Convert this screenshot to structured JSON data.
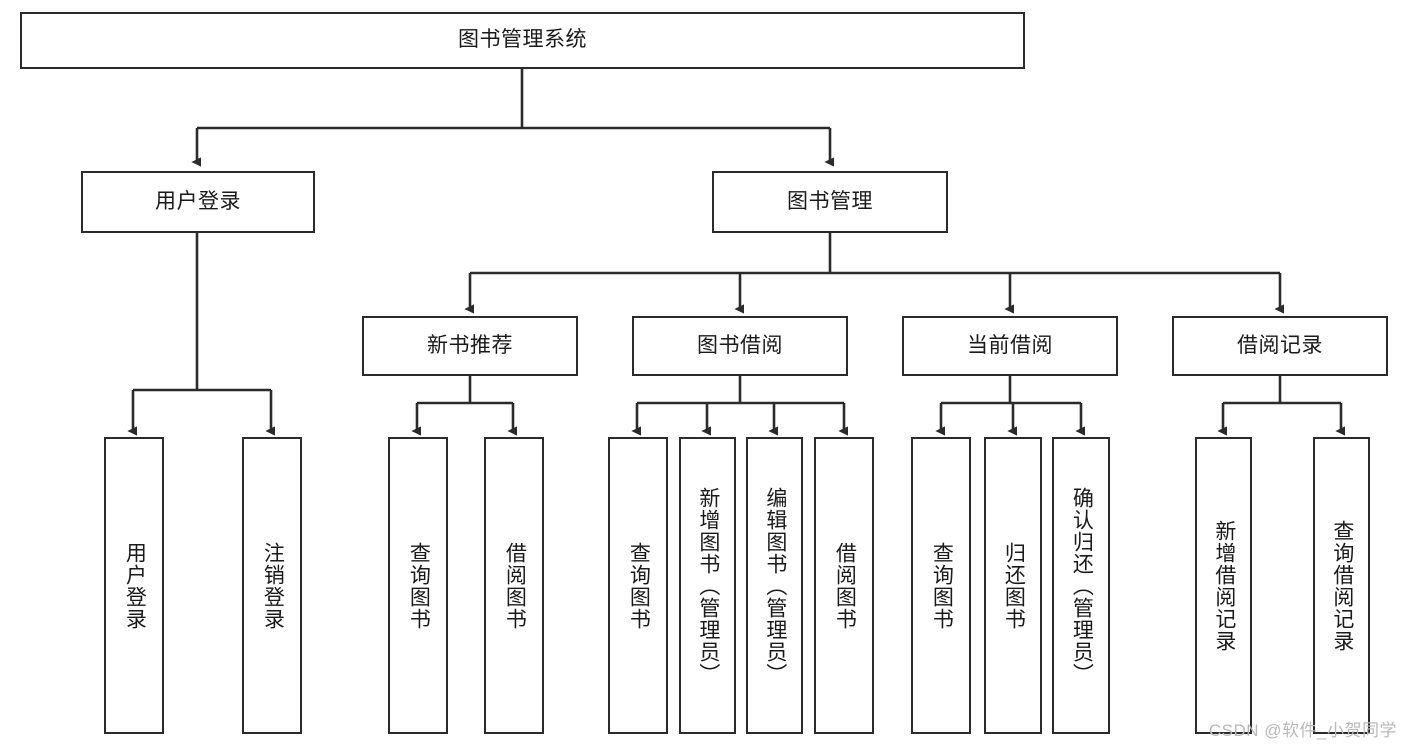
{
  "diagram": {
    "type": "tree",
    "title": "图书管理系统",
    "colors": {
      "stroke": "#2b2b2b",
      "fill": "#ffffff",
      "text": "#1a1a1a",
      "watermark": "#b9b9b9"
    },
    "root": {
      "label": "图书管理系统"
    },
    "level2": [
      {
        "label": "用户登录"
      },
      {
        "label": "图书管理"
      }
    ],
    "level3": [
      {
        "label": "新书推荐"
      },
      {
        "label": "图书借阅"
      },
      {
        "label": "当前借阅"
      },
      {
        "label": "借阅记录"
      }
    ],
    "leaves": {
      "user_login": [
        {
          "label": "用户登录"
        },
        {
          "label": "注销登录"
        }
      ],
      "new_book_recommend": [
        {
          "label": "查询图书"
        },
        {
          "label": "借阅图书"
        }
      ],
      "book_borrow": [
        {
          "label": "查询图书"
        },
        {
          "label": "新增图书（管理员）"
        },
        {
          "label": "编辑图书（管理员）"
        },
        {
          "label": "借阅图书"
        }
      ],
      "current_borrow": [
        {
          "label": "查询图书"
        },
        {
          "label": "归还图书"
        },
        {
          "label": "确认归还（管理员）"
        }
      ],
      "borrow_record": [
        {
          "label": "新增借阅记录"
        },
        {
          "label": "查询借阅记录"
        }
      ]
    }
  },
  "watermark": {
    "text": "CSDN @软件_小贺同学"
  }
}
